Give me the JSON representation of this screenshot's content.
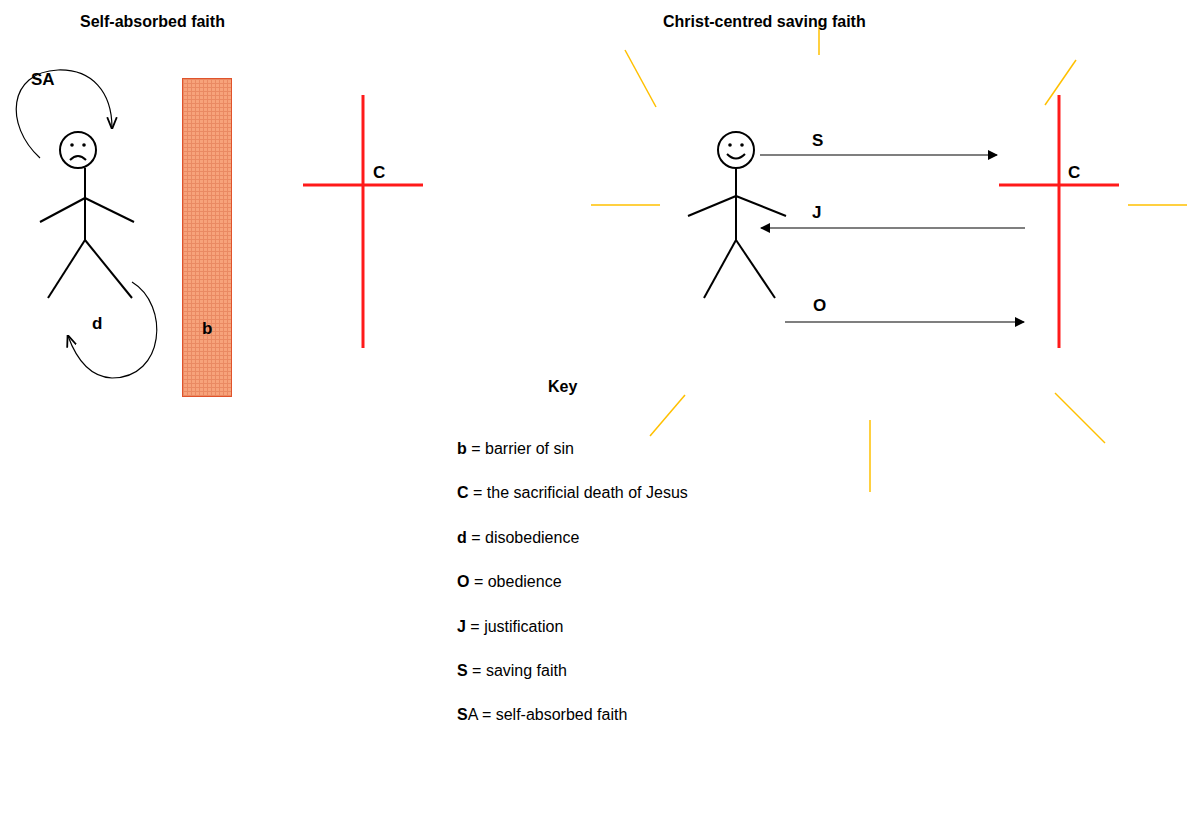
{
  "diagram": {
    "nodes": [
      {
        "text": [
          "b"
        ]
      },
      {
        "text": [
          "C"
        ]
      },
      {
        "text": [
          "C"
        ]
      }
    ],
    "labels": [
      "Self-absorbed faith",
      "Christ-centred saving faith",
      "SA",
      "d",
      "S",
      "J",
      "O",
      "Key"
    ],
    "legend": [
      {
        "text": "b = barrier of sin"
      },
      {
        "text": "C = the sacrificial death of Jesus"
      },
      {
        "text": "d = disobedience"
      },
      {
        "text": "O = obedience"
      },
      {
        "text": "J = justification"
      },
      {
        "text": "S = saving faith"
      },
      {
        "text": "SA = self-absorbed faith"
      }
    ]
  }
}
